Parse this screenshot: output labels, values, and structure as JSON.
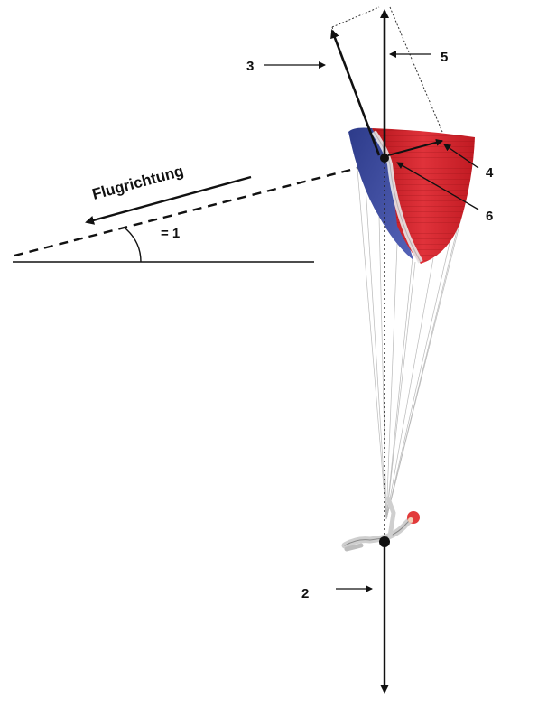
{
  "flight_direction_label": "Flugrichtung",
  "angle_label": "= 1",
  "callouts": {
    "weight": "2",
    "resultant": "3",
    "drag": "4",
    "lift": "5",
    "pressure_point": "6"
  },
  "colors": {
    "wing_red": "#d8222a",
    "wing_blue": "#3a4a9c",
    "pilot_helmet": "#e23a3a",
    "ink": "#111111"
  },
  "icons": [
    "paraglider-wing",
    "pilot-figure",
    "force-vector-arrow"
  ]
}
